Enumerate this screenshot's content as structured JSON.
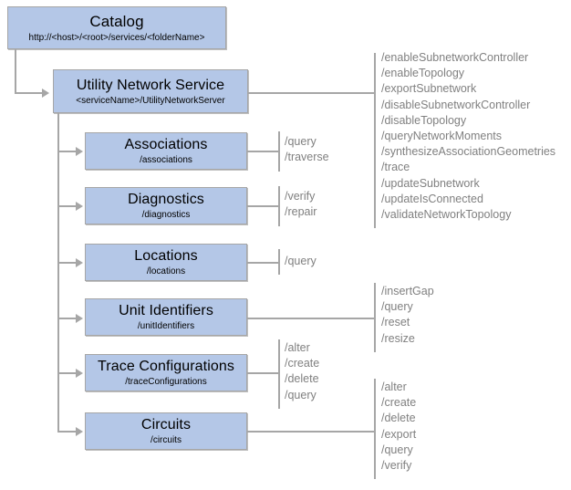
{
  "diagram": {
    "title": "ArcGIS Utility Network Service REST endpoint hierarchy",
    "colors": {
      "node_fill": "#b4c7e7",
      "node_border": "#a6a6a6",
      "connector": "#a6a6a6",
      "operation_text": "#808080",
      "background": "#ffffff"
    }
  },
  "nodes": {
    "catalog": {
      "title": "Catalog",
      "path": "http://<host>/<root>/services/<folderName>"
    },
    "utility_network_service": {
      "title": "Utility Network Service",
      "path": "<serviceName>/UtilityNetworkServer"
    },
    "associations": {
      "title": "Associations",
      "path": "/associations"
    },
    "diagnostics": {
      "title": "Diagnostics",
      "path": "/diagnostics"
    },
    "locations": {
      "title": "Locations",
      "path": "/locations"
    },
    "unit_identifiers": {
      "title": "Unit Identifiers",
      "path": "/unitIdentifiers"
    },
    "trace_configurations": {
      "title": "Trace Configurations",
      "path": "/traceConfigurations"
    },
    "circuits": {
      "title": "Circuits",
      "path": "/circuits"
    }
  },
  "operations": {
    "utility_network_service": [
      "/enableSubnetworkController",
      "/enableTopology",
      "/exportSubnetwork",
      "/disableSubnetworkController",
      "/disableTopology",
      "/queryNetworkMoments",
      "/synthesizeAssociationGeometries",
      "/trace",
      "/updateSubnetwork",
      "/updateIsConnected",
      "/validateNetworkTopology"
    ],
    "associations": [
      "/query",
      "/traverse"
    ],
    "diagnostics": [
      "/verify",
      "/repair"
    ],
    "locations": [
      "/query"
    ],
    "unit_identifiers": [
      "/insertGap",
      "/query",
      "/reset",
      "/resize"
    ],
    "trace_configurations": [
      "/alter",
      "/create",
      "/delete",
      "/query"
    ],
    "circuits": [
      "/alter",
      "/create",
      "/delete",
      "/export",
      "/query",
      "/verify"
    ]
  }
}
